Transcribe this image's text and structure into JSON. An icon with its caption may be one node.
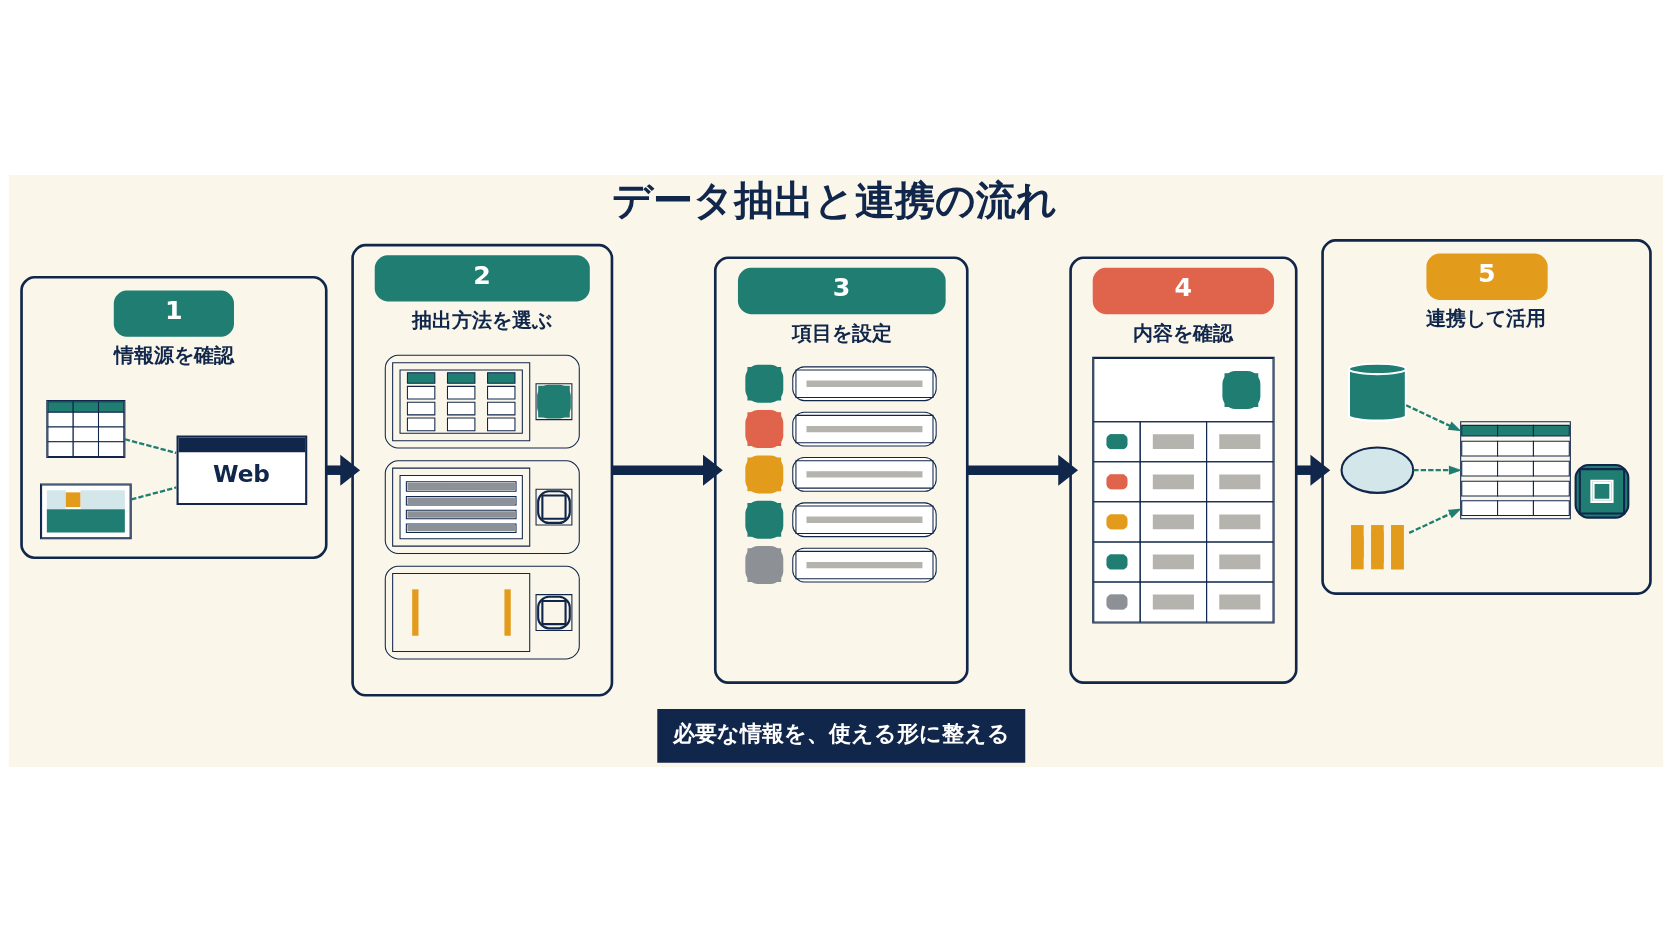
{
  "diagram": {
    "title": "データ抽出と連携の流れ",
    "caption": "必要な情報を、使える形に整える",
    "nodes": [
      {
        "text": [
          "1",
          "情報源を確認"
        ]
      },
      {
        "text": [],
        "shape": "picture",
        "in": 0
      },
      {
        "text": [],
        "shape": "picture",
        "in": 0
      },
      {
        "text": [
          "Web"
        ],
        "in": 0
      },
      {
        "text": [
          "2",
          "抽出方法を選ぶ"
        ]
      },
      {
        "text": [
          "3",
          "項目を設定"
        ]
      },
      {
        "text": [
          "4",
          "内容を確認"
        ]
      },
      {
        "text": [
          "5",
          "連携して活用"
        ]
      },
      {
        "text": [],
        "shape": "picture",
        "in": 7
      },
      {
        "text": [],
        "shape": "cylinder",
        "in": 7
      },
      {
        "text": [],
        "shape": "cloud",
        "in": 7
      },
      {
        "text": [],
        "shape": "picture",
        "in": 7
      }
    ],
    "edges": [
      {
        "from": 0,
        "to": 4,
        "arrow": "to",
        "style": "thick",
        "color": "#10264a"
      },
      {
        "from": 4,
        "to": 5,
        "arrow": "to",
        "style": "thick",
        "color": "#10264a"
      },
      {
        "from": 5,
        "to": 6,
        "arrow": "to",
        "style": "thick",
        "color": "#10264a"
      },
      {
        "from": 6,
        "to": 7,
        "arrow": "to",
        "style": "thick",
        "color": "#10264a"
      },
      {
        "from": 1,
        "to": 3,
        "arrow": "none",
        "style": "dashed"
      },
      {
        "from": 2,
        "to": 3,
        "arrow": "none",
        "style": "dashed"
      },
      {
        "from": 9,
        "to": 8,
        "arrow": "to",
        "style": "dashed"
      },
      {
        "from": 10,
        "to": 8,
        "arrow": "to",
        "style": "dashed"
      },
      {
        "from": 11,
        "to": 8,
        "arrow": "to",
        "style": "dashed"
      }
    ]
  }
}
